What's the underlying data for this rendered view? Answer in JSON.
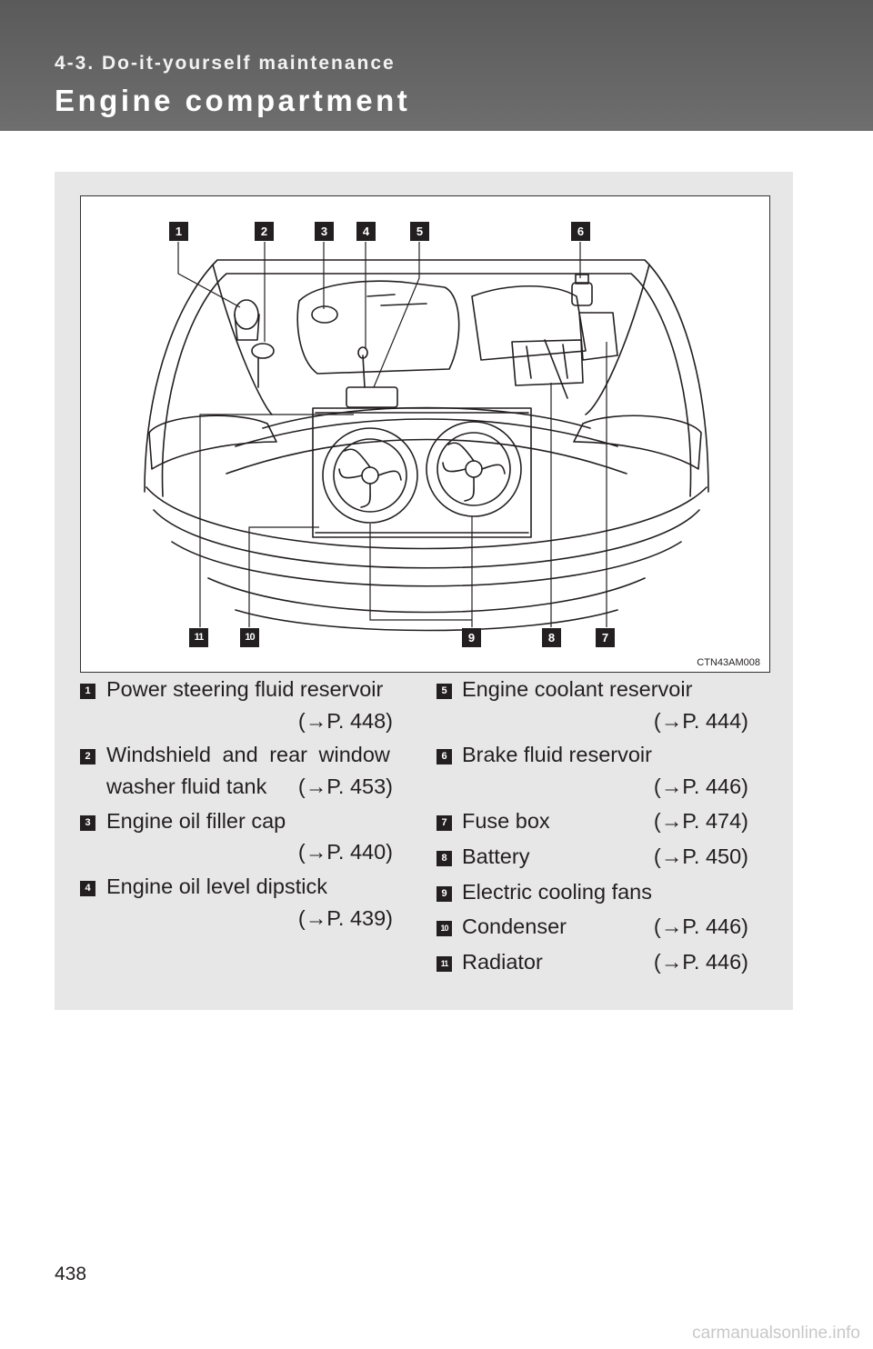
{
  "header": {
    "section": "4-3. Do-it-yourself maintenance",
    "title": "Engine compartment"
  },
  "figure": {
    "code": "CTN43AM008",
    "callouts": [
      "1",
      "2",
      "3",
      "4",
      "5",
      "6",
      "7",
      "8",
      "9",
      "10",
      "11"
    ]
  },
  "legend": {
    "left": [
      {
        "num": "1",
        "label": "Power steering fluid reservoir",
        "ref": "(→P. 448)"
      },
      {
        "num": "2",
        "label": "Windshield and rear window",
        "label2": "washer fluid tank",
        "ref": "(→P. 453)"
      },
      {
        "num": "3",
        "label": "Engine oil filler cap",
        "ref": "(→P. 440)"
      },
      {
        "num": "4",
        "label": "Engine oil level dipstick",
        "ref": "(→P. 439)"
      }
    ],
    "right": [
      {
        "num": "5",
        "label": "Engine coolant reservoir",
        "ref": "(→P. 444)"
      },
      {
        "num": "6",
        "label": "Brake fluid reservoir",
        "ref": "(→P. 446)"
      },
      {
        "num": "7",
        "label": "Fuse box",
        "ref": "(→P. 474)"
      },
      {
        "num": "8",
        "label": "Battery",
        "ref": "(→P. 450)"
      },
      {
        "num": "9",
        "label": "Electric cooling fans",
        "ref": ""
      },
      {
        "num": "10",
        "label": "Condenser",
        "ref": "(→P. 446)"
      },
      {
        "num": "11",
        "label": "Radiator",
        "ref": "(→P. 446)"
      }
    ]
  },
  "footer": {
    "page_number": "438",
    "watermark": "carmanualsonline.info"
  }
}
